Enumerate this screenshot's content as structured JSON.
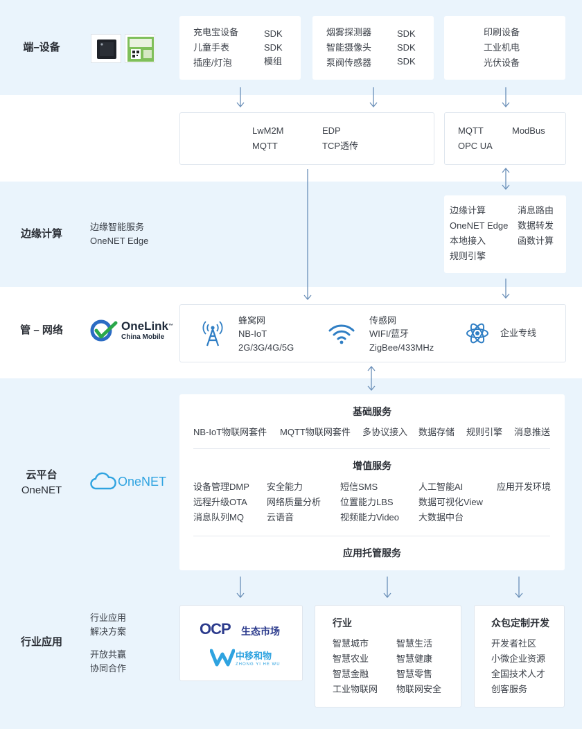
{
  "colors": {
    "band": "#eaf4fc",
    "arrow": "#6a8fb8",
    "accent": "#2fa3e0",
    "onelink_green": "#2aa84a"
  },
  "rows": {
    "device": "端–设备",
    "edge": "边缘计算",
    "network": "管 – 网络",
    "cloud_line1": "云平台",
    "cloud_line2": "OneNET",
    "industry": "行业应用"
  },
  "device": {
    "card1": {
      "items": [
        "充电宝设备",
        "儿童手表",
        "插座/灯泡"
      ],
      "types": [
        "SDK",
        "SDK",
        "模组"
      ]
    },
    "card2": {
      "items": [
        "烟雾探测器",
        "智能摄像头",
        "泵阀传感器"
      ],
      "types": [
        "SDK",
        "SDK",
        "SDK"
      ]
    },
    "card3": {
      "items": [
        "印刷设备",
        "工业机电",
        "光伏设备"
      ]
    }
  },
  "protocols": {
    "left": [
      "LwM2M",
      "MQTT",
      "EDP",
      "TCP透传"
    ],
    "right": [
      "MQTT",
      "OPC UA",
      "ModBus"
    ]
  },
  "edge": {
    "left_line1": "边缘智能服务",
    "left_line2": "OneNET Edge",
    "col1": [
      "边缘计算",
      "OneNET Edge",
      "本地接入",
      "规则引擎"
    ],
    "col2": [
      "消息路由",
      "数据转发",
      "函数计算"
    ]
  },
  "network": {
    "logo_main": "OneLink",
    "logo_tm": "™",
    "logo_sub": "China Mobile",
    "cellular": [
      "蜂窝网",
      "NB-IoT",
      "2G/3G/4G/5G"
    ],
    "sensor": [
      "传感网",
      "WIFI/蓝牙",
      "ZigBee/433MHz"
    ],
    "enterprise": "企业专线",
    "icons": [
      "cell-tower-icon",
      "wifi-icon",
      "atom-icon"
    ]
  },
  "cloud": {
    "logo_text": "OneNET",
    "basic_title": "基础服务",
    "basic_items": [
      "NB-IoT物联网套件",
      "MQTT物联网套件",
      "多协议接入",
      "数据存储",
      "规则引擎",
      "消息推送"
    ],
    "value_title": "增值服务",
    "value_cols": [
      [
        "设备管理DMP",
        "远程升级OTA",
        "消息队列MQ"
      ],
      [
        "安全能力",
        "网络质量分析",
        "云语音"
      ],
      [
        "短信SMS",
        "位置能力LBS",
        "视频能力Video"
      ],
      [
        "人工智能AI",
        "数据可视化View",
        "大数据中台"
      ],
      [
        "应用开发环境"
      ]
    ],
    "hosting_title": "应用托管服务"
  },
  "industry": {
    "left_a1": "行业应用",
    "left_a2": "解决方案",
    "left_b1": "开放共赢",
    "left_b2": "协同合作",
    "market_logo": "OCP",
    "market_label": "生态市场",
    "zywu_logo": "中移和物",
    "zywu_sub": "ZHONG YI HE WU",
    "industry_title": "行业",
    "industry_col1": [
      "智慧城市",
      "智慧农业",
      "智慧金融",
      "工业物联网"
    ],
    "industry_col2": [
      "智慧生活",
      "智慧健康",
      "智慧零售",
      "物联网安全"
    ],
    "crowd_title": "众包定制开发",
    "crowd_items": [
      "开发者社区",
      "小微企业资源",
      "全国技术人才",
      "创客服务"
    ]
  }
}
